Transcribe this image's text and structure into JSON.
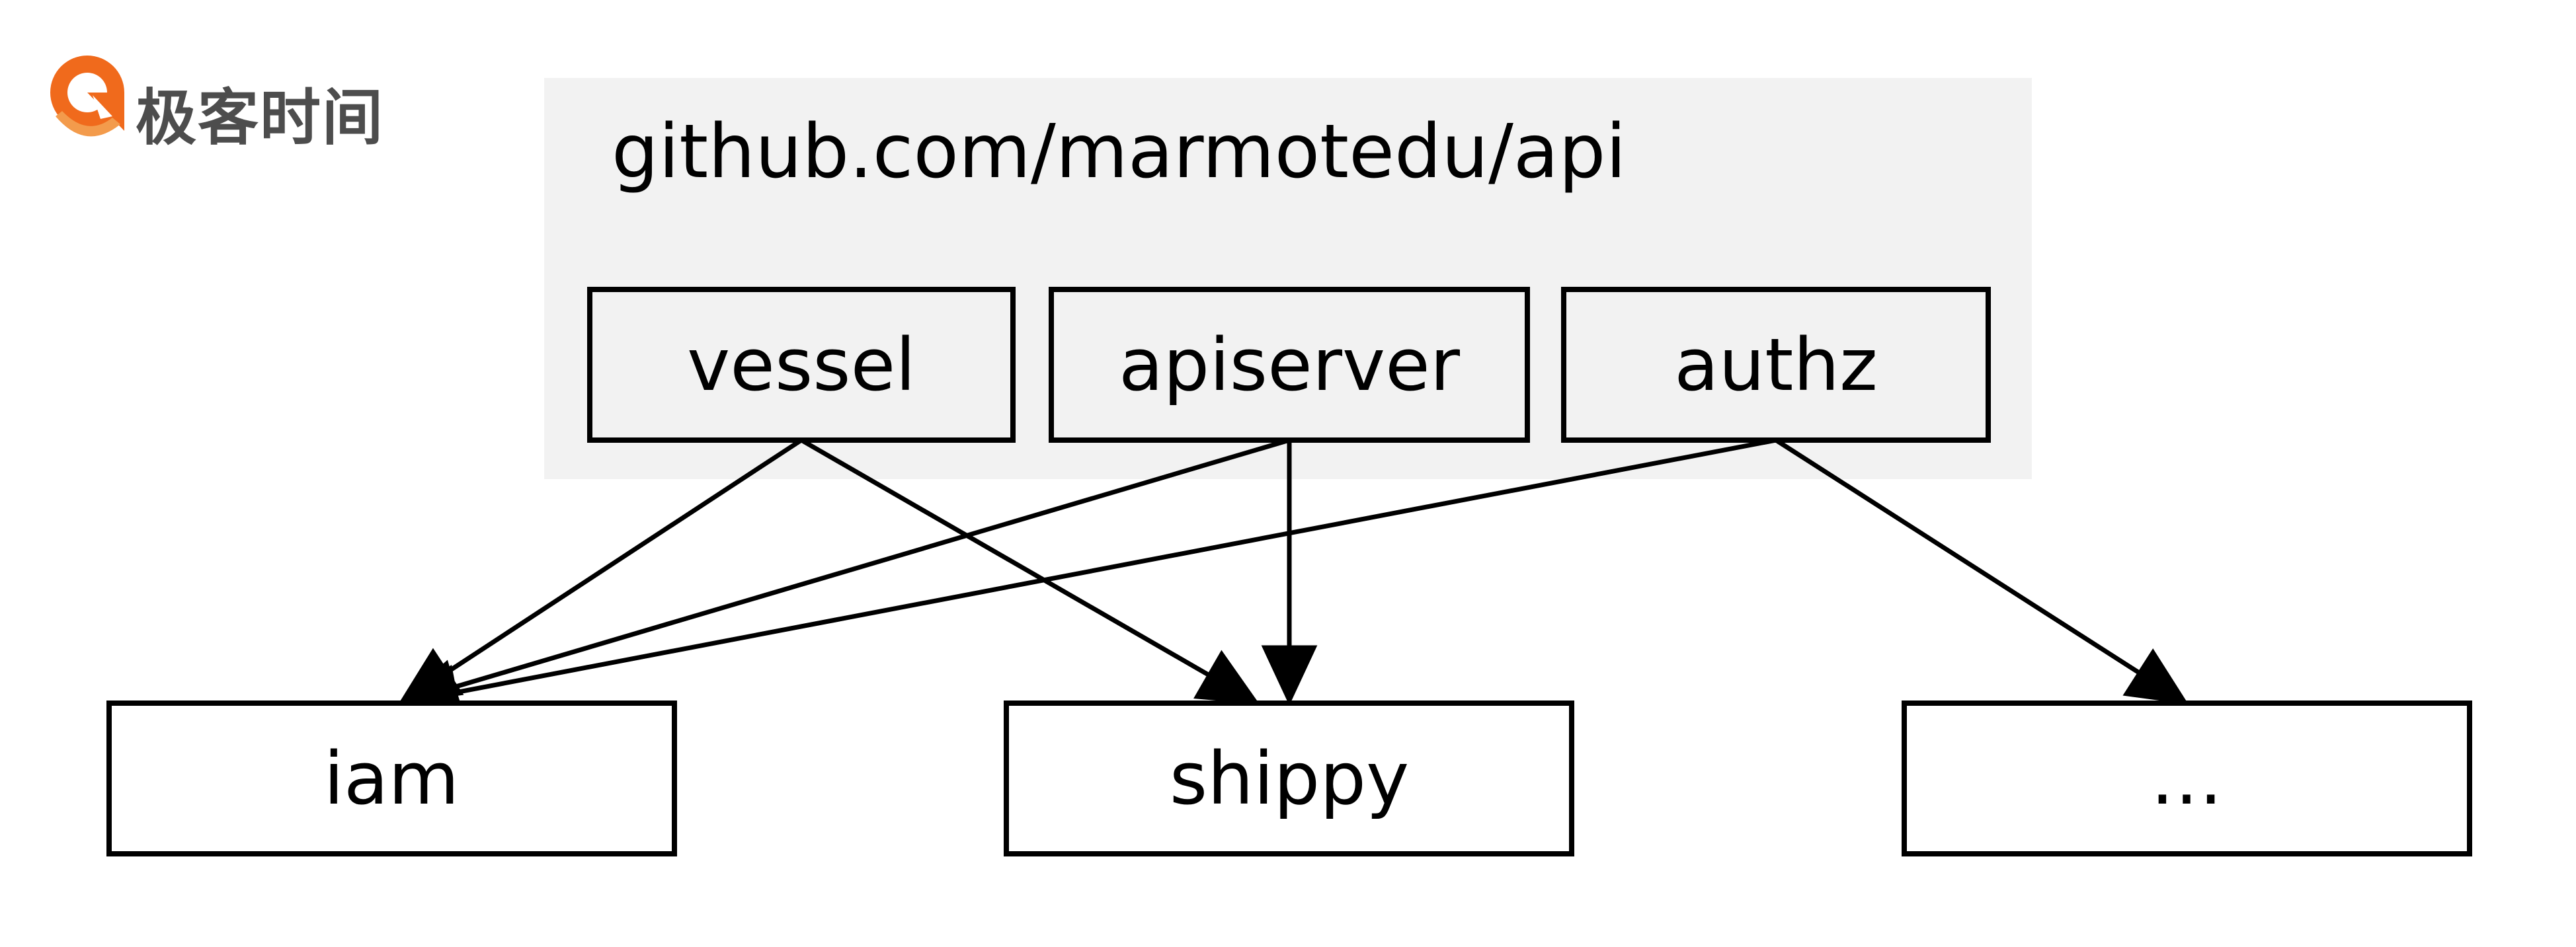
{
  "brand": {
    "name": "极客时间",
    "accent_color": "#f06a1c"
  },
  "cluster": {
    "label": "github.com/marmotedu/api",
    "fill": "#f2f2f2"
  },
  "nodes": {
    "vessel": {
      "label": "vessel"
    },
    "apiserver": {
      "label": "apiserver"
    },
    "authz": {
      "label": "authz"
    },
    "iam": {
      "label": "iam"
    },
    "shippy": {
      "label": "shippy"
    },
    "more": {
      "label": "…"
    }
  },
  "edges": [
    {
      "from": "vessel",
      "to": "iam"
    },
    {
      "from": "vessel",
      "to": "shippy"
    },
    {
      "from": "apiserver",
      "to": "iam"
    },
    {
      "from": "apiserver",
      "to": "shippy"
    },
    {
      "from": "authz",
      "to": "iam"
    },
    {
      "from": "authz",
      "to": "more"
    }
  ]
}
